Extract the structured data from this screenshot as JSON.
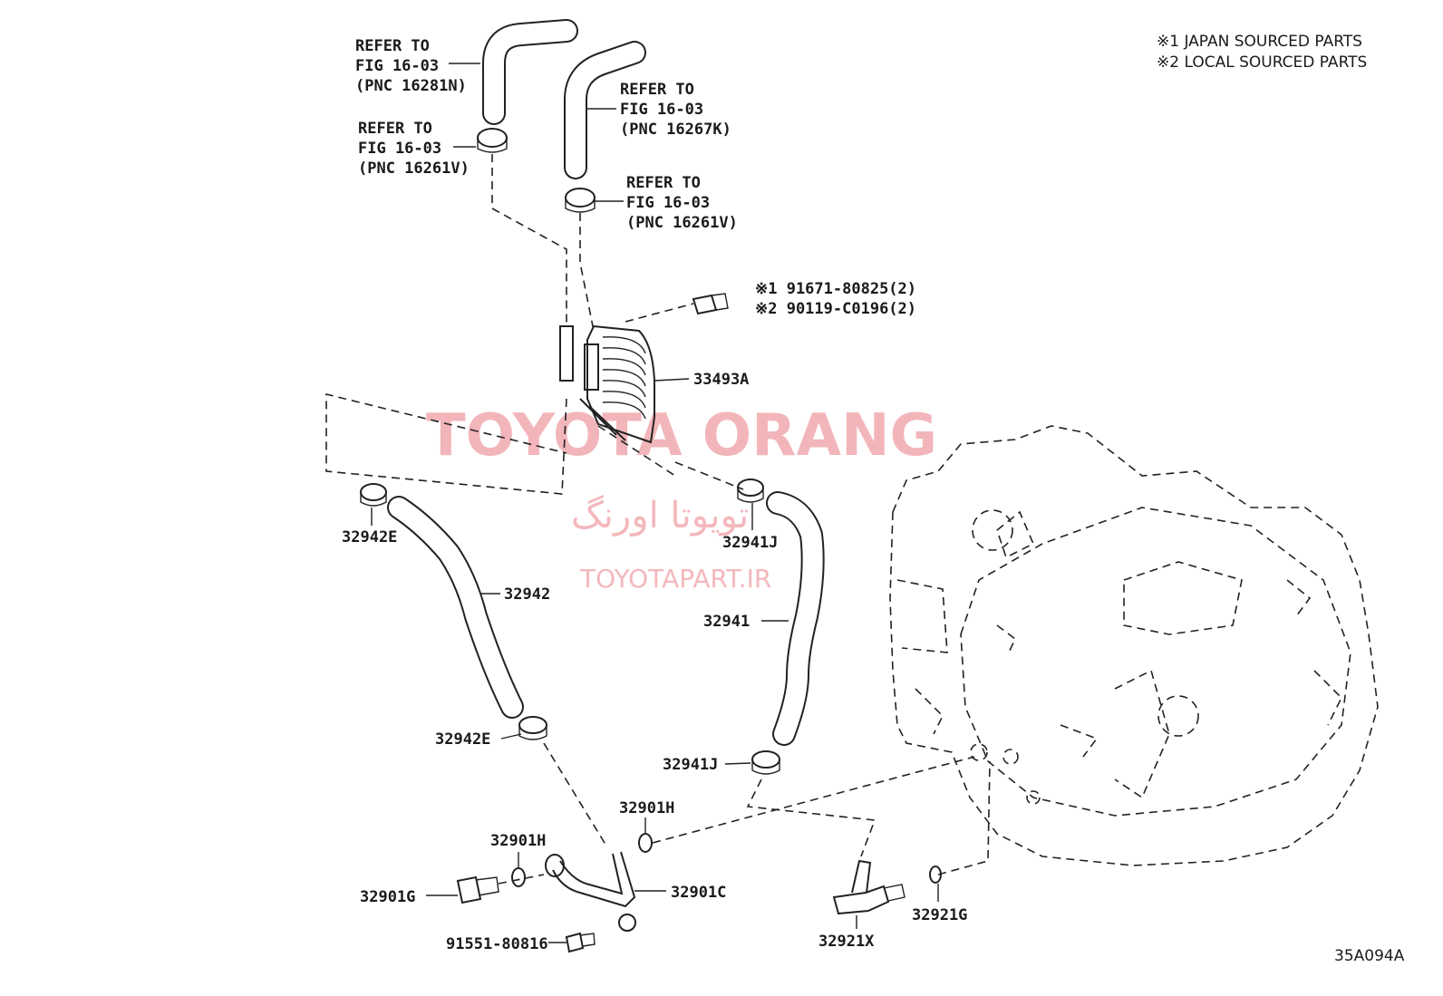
{
  "notes": {
    "line1": "※1 JAPAN SOURCED PARTS",
    "line2": "※2 LOCAL SOURCED PARTS"
  },
  "refs": [
    {
      "line1": "REFER TO",
      "line2": "FIG 16-03",
      "line3": "(PNC 16281N)"
    },
    {
      "line1": "REFER TO",
      "line2": "FIG 16-03",
      "line3": "(PNC 16267K)"
    },
    {
      "line1": "REFER TO",
      "line2": "FIG 16-03",
      "line3": "(PNC 16261V)"
    },
    {
      "line1": "REFER TO",
      "line2": "FIG 16-03",
      "line3": "(PNC 16261V)"
    }
  ],
  "bolt_options": {
    "japan": "※1 91671-80825(2)",
    "local": "※2 90119-C0196(2)"
  },
  "parts": {
    "cooler": "33493A",
    "clamp_e_upper": "32942E",
    "hose_32942": "32942",
    "clamp_e_lower": "32942E",
    "clamp_j_upper": "32941J",
    "hose_32941": "32941",
    "clamp_j_lower": "32941J",
    "gasket_h_right": "32901H",
    "gasket_h_left": "32901H",
    "union_bolt": "32901G",
    "pipe": "32901C",
    "bolt": "91551-80816",
    "union": "32921X",
    "o_ring": "32921G"
  },
  "watermark": {
    "title": "TOYOTA ORANG",
    "persian": "تویوتا اورنگ",
    "url": "TOYOTAPART.IR"
  },
  "figure_code": "35A094A"
}
